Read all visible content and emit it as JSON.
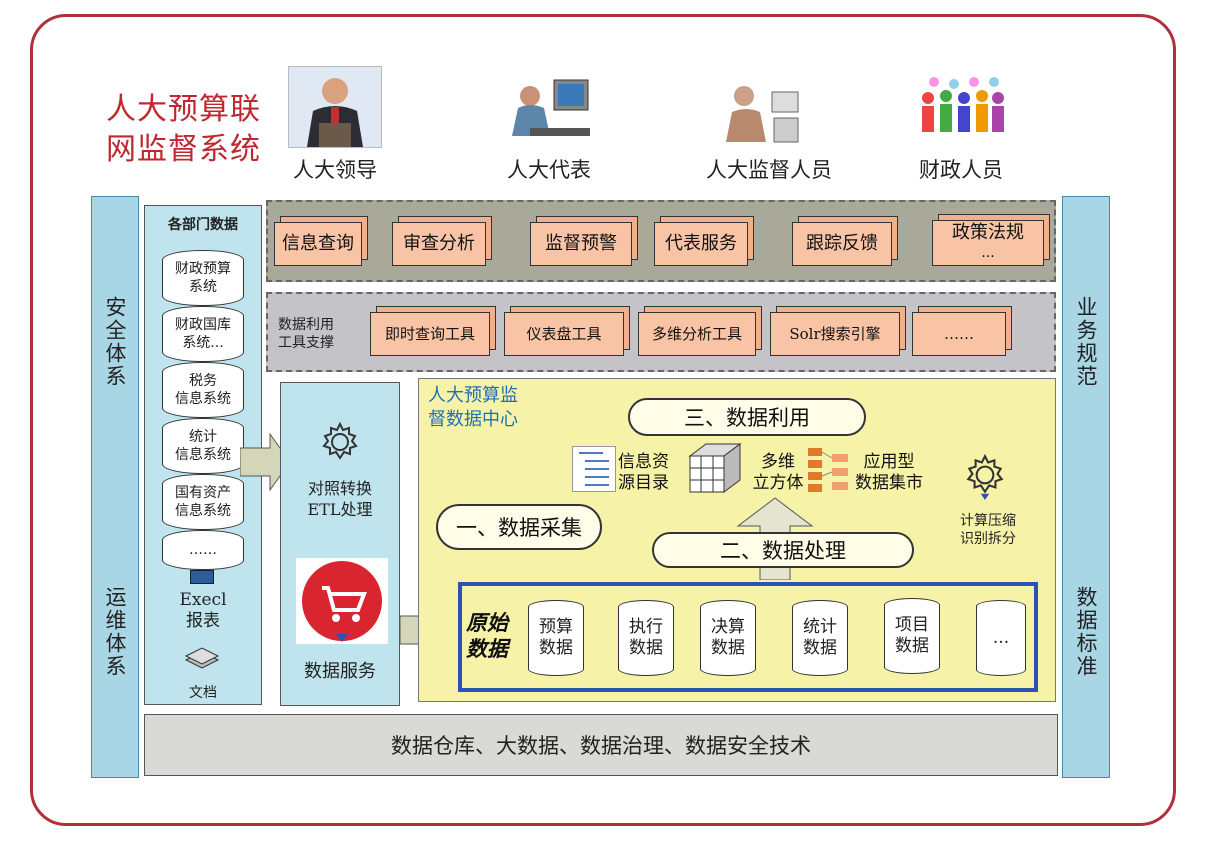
{
  "title_line1": "人大预算联",
  "title_line2": "网监督系统",
  "roles": [
    "人大领导",
    "人大代表",
    "人大监督人员",
    "财政人员"
  ],
  "left_band": {
    "top": "安全体系",
    "bottom": "运维体系"
  },
  "right_band": {
    "top": "业务规范",
    "bottom": "数据标准"
  },
  "apps": [
    "信息查询",
    "审查分析",
    "监督预警",
    "代表服务",
    "跟踪反馈",
    "政策法规",
    "..."
  ],
  "tools_label": [
    "数据利用",
    "工具支撑"
  ],
  "tools": [
    "即时查询工具",
    "仪表盘工具",
    "多维分析工具",
    "Solr搜索引擎",
    "……"
  ],
  "dept": {
    "title": "各部门数据",
    "systems": [
      [
        "财政预算",
        "系统"
      ],
      [
        "财政国库",
        "系统..."
      ],
      [
        "税务",
        "信息系统"
      ],
      [
        "统计",
        "信息系统"
      ],
      [
        "国有资产",
        "信息系统"
      ],
      [
        "……",
        ""
      ]
    ],
    "excel": [
      "Execl",
      "报表"
    ],
    "doc": "文档"
  },
  "etl": [
    "对照转换",
    "ETL处理"
  ],
  "data_service": "数据服务",
  "center": {
    "title": [
      "人大预算监",
      "督数据中心"
    ],
    "stage1": "一、数据采集",
    "stage2": "二、数据处理",
    "stage3": "三、数据利用",
    "catalog": [
      "信息资",
      "源目录"
    ],
    "cube": [
      "多维",
      "立方体"
    ],
    "mart": [
      "应用型",
      "数据集市"
    ],
    "compute": [
      "计算压缩",
      "识别拆分"
    ],
    "raw_label": [
      "原始",
      "数据"
    ],
    "raw_items": [
      [
        "预算",
        "数据"
      ],
      [
        "执行",
        "数据"
      ],
      [
        "决算",
        "数据"
      ],
      [
        "统计",
        "数据"
      ],
      [
        "项目",
        "数据"
      ],
      [
        "...",
        ""
      ]
    ]
  },
  "bottom": "数据仓库、大数据、数据治理、数据安全技术"
}
